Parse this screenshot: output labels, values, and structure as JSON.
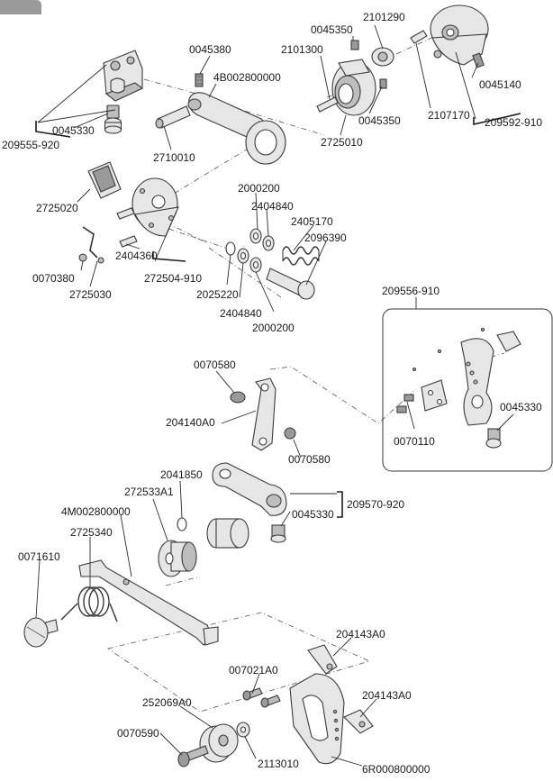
{
  "parts": {
    "p0045350a": "0045350",
    "p2101290": "2101290",
    "p0045380": "0045380",
    "p2101300": "2101300",
    "p4B002800000": "4B002800000",
    "p0045140": "0045140",
    "p0045330a": "0045330",
    "p209555_920": "209555-920",
    "p2107170": "2107170",
    "p0045350b": "0045350",
    "p209592_910": "209592-910",
    "p2710010": "2710010",
    "p2725010": "2725010",
    "p2725020": "2725020",
    "p2000200a": "2000200",
    "p2404840a": "2404840",
    "p2405170": "2405170",
    "p2096390": "2096390",
    "p0070380": "0070380",
    "p2404360": "2404360",
    "p2725030": "2725030",
    "p272504_910": "272504-910",
    "p2025220": "2025220",
    "p2404840b": "2404840",
    "p2000200b": "2000200",
    "p209556_910": "209556-910",
    "p0070580a": "0070580",
    "p204140A0": "204140A0",
    "p0070580b": "0070580",
    "p0045330b": "0045330",
    "p0070110": "0070110",
    "p0045330c": "0045330",
    "p2041850": "2041850",
    "p272533A1": "272533A1",
    "p209570_920": "209570-920",
    "p4M002800000": "4M002800000",
    "p2725340": "2725340",
    "p0071610": "0071610",
    "p204143A0a": "204143A0",
    "p007021A0": "007021A0",
    "p204143A0b": "204143A0",
    "p252069A0": "252069A0",
    "p0070590": "0070590",
    "p2113010": "2113010",
    "p6R000800000": "6R000800000"
  },
  "colors": {
    "line": "#3a3a3a",
    "fill": "#e6e6e6",
    "shade": "#bdbdbd",
    "tab": "#9a9a9a"
  }
}
